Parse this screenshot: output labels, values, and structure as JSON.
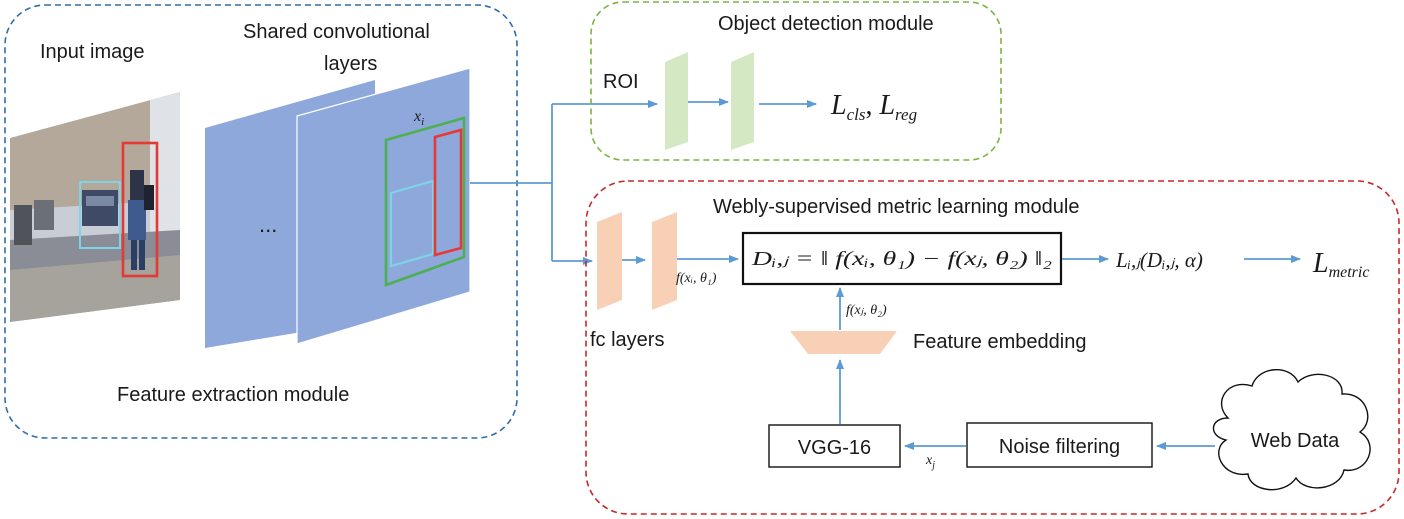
{
  "feature_extraction": {
    "title": "Feature extraction module",
    "input_image_label": "Input image",
    "shared_conv_label_line1": "Shared convolutional",
    "shared_conv_label_line2": "layers",
    "ellipsis": "...",
    "feature_var": "x",
    "feature_var_sub": "i"
  },
  "object_detection": {
    "title": "Object detection module",
    "roi_label": "ROI",
    "loss_cls_main": "L",
    "loss_cls_sub": "cls",
    "loss_sep": ", ",
    "loss_reg_main": "L",
    "loss_reg_sub": "reg"
  },
  "metric_learning": {
    "title": "Webly-supervised metric learning module",
    "fc_label": "fc layers",
    "fc_output": "f(xᵢ, θ₁)",
    "distance_formula": "Dᵢ,ⱼ = ‖ f(xᵢ, θ₁) − f(xⱼ, θ₂) ‖₂",
    "pair_loss": "Lᵢ,ⱼ(Dᵢ,ⱼ, α)",
    "metric_loss_main": "L",
    "metric_loss_sub": "metric",
    "embedding_output": "f(xⱼ, θ₂)",
    "embedding_label": "Feature embedding",
    "vgg_label": "VGG-16",
    "noise_label": "Noise filtering",
    "web_label": "Web Data",
    "web_feature_var": "x",
    "web_feature_sub": "j"
  },
  "colors": {
    "feature_box_border": "#2e6ea6",
    "detection_box_border": "#7cb342",
    "metric_box_border": "#c62828",
    "conv_layer": "#8fa8dc",
    "detection_fc": "#d5e8c4",
    "metric_fc": "#f7d0b6",
    "arrow": "#5b9bd5",
    "bbox_person": "#e53935",
    "bbox_car": "#7fd3e6",
    "bbox_roi": "#4caf50"
  }
}
